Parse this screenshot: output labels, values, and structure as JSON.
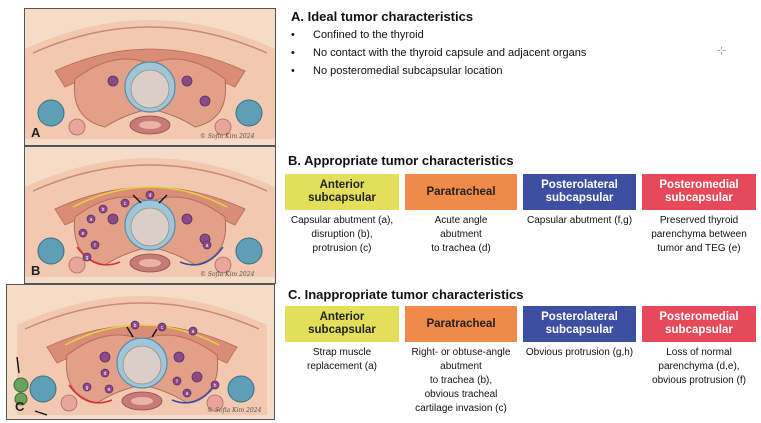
{
  "panels": [
    {
      "letter": "A",
      "signature": "© Sofia Kim 2024"
    },
    {
      "letter": "B",
      "signature": "© Sofia Kim 2024"
    },
    {
      "letter": "C",
      "signature": "© Sofia Kim 2024"
    }
  ],
  "panel_b_labels": [
    "d",
    "c",
    "b",
    "a",
    "e",
    "f",
    "g",
    "a"
  ],
  "panel_c_labels": [
    "b",
    "c",
    "a",
    "f",
    "g",
    "e",
    "a",
    "h",
    "d"
  ],
  "section_a": {
    "title": "A. Ideal tumor characteristics",
    "bullets": [
      "Confined to the thyroid",
      "No contact with the thyroid capsule and adjacent organs",
      "No posteromedial subcapsular location"
    ]
  },
  "section_b": {
    "title": "B. Appropriate tumor characteristics",
    "boxes": [
      {
        "label_1": "Anterior",
        "label_2": "subcapsular",
        "color": "#e3df5a",
        "text_color": "#222222",
        "desc": [
          "Capsular abutment (a),",
          "disruption (b),",
          "protrusion (c)"
        ]
      },
      {
        "label_1": "Paratracheal",
        "label_2": "",
        "color": "#f08a4b",
        "text_color": "#222222",
        "desc": [
          "Acute angle",
          "abutment",
          "to trachea (d)"
        ]
      },
      {
        "label_1": "Posterolateral",
        "label_2": "subcapsular",
        "color": "#3d4fa0",
        "text_color": "#ffffff",
        "desc": [
          "Capsular abutment (f,g)"
        ]
      },
      {
        "label_1": "Posteromedial",
        "label_2": "subcapsular",
        "color": "#e5495a",
        "text_color": "#ffffff",
        "desc": [
          "Preserved thyroid",
          "parenchyma between",
          "tumor and TEG (e)"
        ]
      }
    ]
  },
  "section_c": {
    "title": "C. Inappropriate tumor characteristics",
    "boxes": [
      {
        "label_1": "Anterior",
        "label_2": "subcapsular",
        "color": "#e3df5a",
        "text_color": "#222222",
        "desc": [
          "Strap muscle",
          "replacement (a)"
        ]
      },
      {
        "label_1": "Paratracheal",
        "label_2": "",
        "color": "#f08a4b",
        "text_color": "#222222",
        "desc": [
          "Right- or obtuse-angle",
          "abutment",
          "to trachea (b),",
          "obvious tracheal",
          "cartilage invasion (c)"
        ]
      },
      {
        "label_1": "Posterolateral",
        "label_2": "subcapsular",
        "color": "#3d4fa0",
        "text_color": "#ffffff",
        "desc": [
          "Obvious protrusion (g,h)"
        ]
      },
      {
        "label_1": "Posteromedial",
        "label_2": "subcapsular",
        "color": "#e5495a",
        "text_color": "#ffffff",
        "desc": [
          "Loss of normal",
          "parenchyma (d,e),",
          "obvious protrusion (f)"
        ]
      }
    ]
  }
}
